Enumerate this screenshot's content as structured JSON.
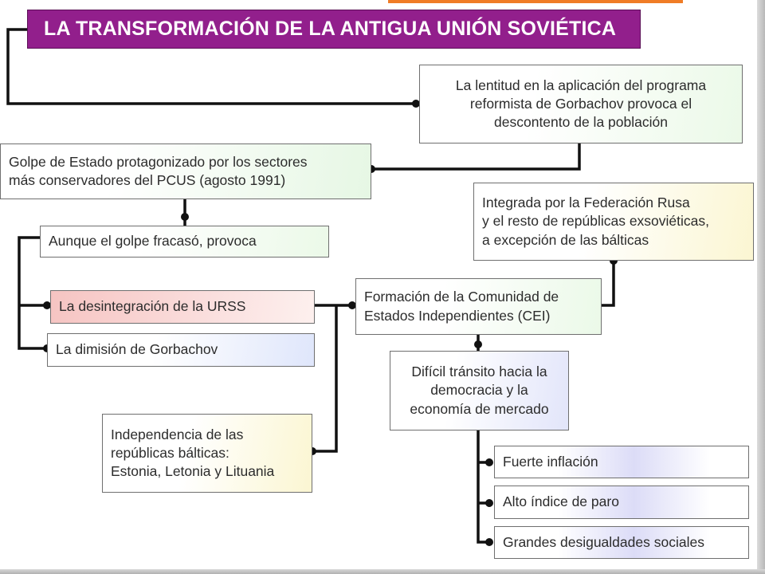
{
  "title": "LA TRANSFORMACIÓN DE LA ANTIGUA UNIÓN SOVIÉTICA",
  "nodes": {
    "lentitud": "La lentitud en la aplicación del programa\nreformista de Gorbachov provoca el\ndescontento de la población",
    "golpe": "Golpe de Estado protagonizado por los sectores\nmás conservadores del PCUS (agosto 1991)",
    "fracaso": "Aunque el golpe fracasó, provoca",
    "desintegracion": "La desintegración de la URSS",
    "dimision": "La dimisión de Gorbachov",
    "independencia": "Independencia de las\nrepúblicas bálticas:\nEstonia, Letonia y Lituania",
    "cei": "Formación de la Comunidad de\nEstados Independientes (CEI)",
    "integrada": "Integrada por la Federación Rusa\ny el resto de repúblicas exsoviéticas,\na excepción de las bálticas",
    "transito": "Difícil tránsito hacia la\ndemocracia y la\neconomía de mercado",
    "inflacion": "Fuerte inflación",
    "paro": "Alto índice de paro",
    "desigualdades": "Grandes desigualdades sociales"
  },
  "colors": {
    "title_bg": "#921f8c",
    "title_text": "#ffffff",
    "connector": "#111111",
    "highlight": "#f6c4c2",
    "accent_strip": "#f07c26"
  }
}
